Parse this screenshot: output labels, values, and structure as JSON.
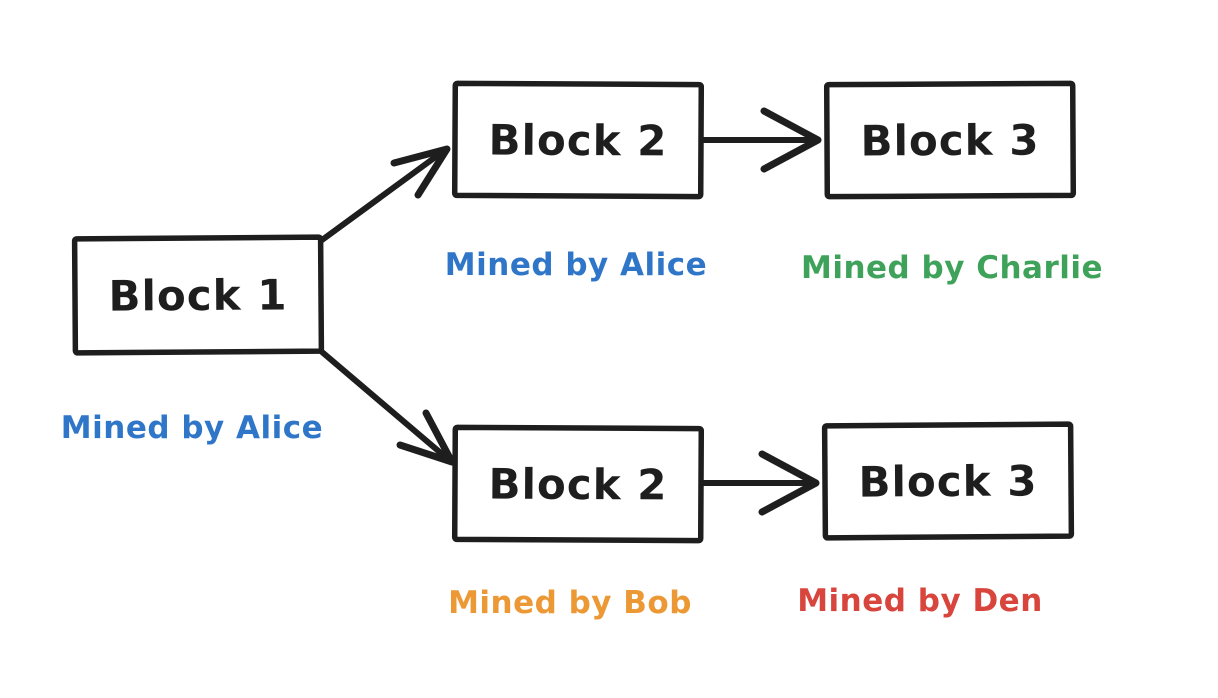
{
  "diagram": {
    "title": "blockchain-fork-diagram",
    "background": "#ffffff",
    "stroke_color": "#1e1e1e",
    "nodes": [
      {
        "id": "block-1",
        "label": "Block 1",
        "miner": "Mined by Alice",
        "miner_color": "#2f76c9"
      },
      {
        "id": "block-2-top",
        "label": "Block 2",
        "miner": "Mined by Alice",
        "miner_color": "#2f76c9"
      },
      {
        "id": "block-3-top",
        "label": "Block 3",
        "miner": "Mined by Charlie",
        "miner_color": "#3fa25a"
      },
      {
        "id": "block-2-bottom",
        "label": "Block 2",
        "miner": "Mined by Bob",
        "miner_color": "#eb9835"
      },
      {
        "id": "block-3-bottom",
        "label": "Block 3",
        "miner": "Mined by Den",
        "miner_color": "#d8453c"
      }
    ],
    "edges": [
      {
        "from": "block-1",
        "to": "block-2-top"
      },
      {
        "from": "block-1",
        "to": "block-2-bottom"
      },
      {
        "from": "block-2-top",
        "to": "block-3-top"
      },
      {
        "from": "block-2-bottom",
        "to": "block-3-bottom"
      }
    ]
  }
}
